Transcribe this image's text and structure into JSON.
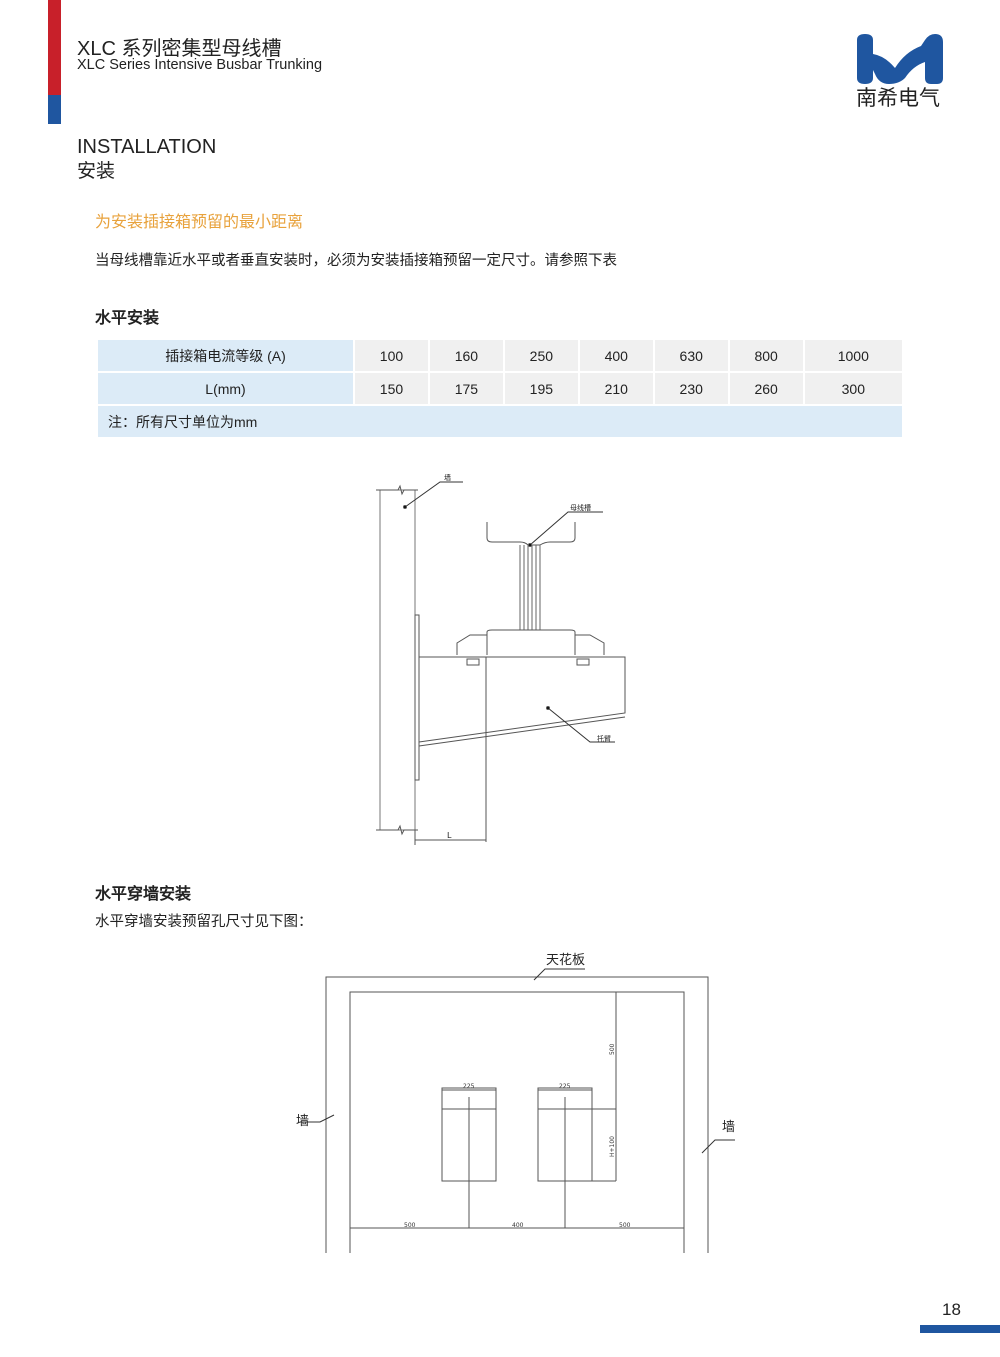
{
  "header": {
    "title_cn": "XLC 系列密集型母线槽",
    "title_en": "XLC Series Intensive Busbar Trunking",
    "logo_text": "南希电气",
    "accent_red": "#c8202a",
    "accent_blue": "#1f56a0"
  },
  "section": {
    "title_en": "INSTALLATION",
    "title_cn": "安装"
  },
  "subtitle": "为安装插接箱预留的最小距离",
  "description": "当母线槽靠近水平或者垂直安装时，必须为安装插接箱预留一定尺寸。请参照下表",
  "horizontal": {
    "heading": "水平安装",
    "table": {
      "row1_label": "插接箱电流等级 (A)",
      "row1": [
        "100",
        "160",
        "250",
        "400",
        "630",
        "800",
        "1000"
      ],
      "row2_label": "L(mm)",
      "row2": [
        "150",
        "175",
        "195",
        "210",
        "230",
        "260",
        "300"
      ],
      "note": "注：所有尺寸单位为mm"
    },
    "diagram": {
      "wall": "墙",
      "busbar": "母线槽",
      "bracket": "托臂",
      "dim": "L"
    }
  },
  "through_wall": {
    "heading": "水平穿墙安装",
    "description": "水平穿墙安装预留孔尺寸见下图：",
    "diagram": {
      "ceiling": "天花板",
      "wall_left": "墙",
      "wall_right": "墙",
      "w1": "225",
      "w2": "225",
      "h_top": "500",
      "h_hole": "H+100",
      "d_left": "500",
      "d_mid": "400",
      "d_right": "500"
    }
  },
  "page_number": "18"
}
